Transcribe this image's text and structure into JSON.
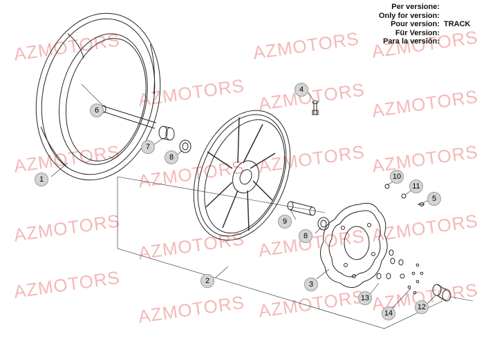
{
  "watermark": "AZMOTORS",
  "version_box": {
    "lines": [
      {
        "label": "Per versione:",
        "value": ""
      },
      {
        "label": "Only for version:",
        "value": ""
      },
      {
        "label": "Pour version:",
        "value": "TRACK"
      },
      {
        "label": "Für Version:",
        "value": ""
      },
      {
        "label": "Para la versión:",
        "value": ""
      }
    ]
  },
  "callouts": {
    "c1": "1",
    "c2": "2",
    "c3": "3",
    "c4": "4",
    "c5": "5",
    "c6": "6",
    "c7": "7",
    "c8a": "8",
    "c8b": "8",
    "c9": "9",
    "c10": "10",
    "c11": "11",
    "c12": "12",
    "c13": "13",
    "c14": "14"
  },
  "colors": {
    "watermark": "#f4b8b8",
    "line": "#222222",
    "callout_fill": "#d4d4d4"
  }
}
